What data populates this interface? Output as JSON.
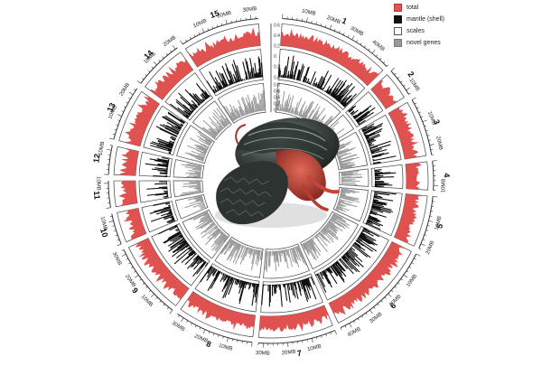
{
  "chart_data": {
    "type": "circos",
    "legend": [
      {
        "label": "total",
        "color": "#e0524f",
        "border": "#b43a38"
      },
      {
        "label": "mantle (shell)",
        "color": "#111111",
        "border": "#111111"
      },
      {
        "label": "scales",
        "color": "#ffffff",
        "border": "#555555"
      },
      {
        "label": "novel genes",
        "color": "#9a9a9a",
        "border": "#777777"
      }
    ],
    "scale_ticks": {
      "upper": [
        "0.6",
        "0.4",
        "0.2",
        "0",
        "0.2",
        "0.4"
      ],
      "lower": [
        "0.8",
        "0.6",
        "0.4",
        "0.2",
        "0"
      ]
    },
    "chromosomes": [
      {
        "id": "1",
        "length_mb": 48,
        "ticks": [
          "10MB",
          "20MB",
          "30MB",
          "40MB"
        ]
      },
      {
        "id": "2",
        "length_mb": 12,
        "ticks": [
          "10MB"
        ]
      },
      {
        "id": "3",
        "length_mb": 24,
        "ticks": [
          "10MB",
          "20MB"
        ]
      },
      {
        "id": "4",
        "length_mb": 12,
        "ticks": [
          "10MB"
        ]
      },
      {
        "id": "5",
        "length_mb": 22,
        "ticks": [
          "10MB",
          "20MB"
        ]
      },
      {
        "id": "6",
        "length_mb": 44,
        "ticks": [
          "10MB",
          "20MB",
          "30MB",
          "40MB"
        ]
      },
      {
        "id": "7",
        "length_mb": 32,
        "ticks": [
          "10MB",
          "20MB",
          "30MB"
        ]
      },
      {
        "id": "8",
        "length_mb": 33,
        "ticks": [
          "10MB",
          "20MB",
          "30MB"
        ]
      },
      {
        "id": "9",
        "length_mb": 32,
        "ticks": [
          "10MB",
          "20MB",
          "30MB"
        ]
      },
      {
        "id": "10",
        "length_mb": 13,
        "ticks": [
          "10MB"
        ]
      },
      {
        "id": "11",
        "length_mb": 11,
        "ticks": [
          "10MB"
        ]
      },
      {
        "id": "12",
        "length_mb": 12,
        "ticks": [
          "10MB"
        ]
      },
      {
        "id": "13",
        "length_mb": 23,
        "ticks": [
          "10MB",
          "20MB"
        ]
      },
      {
        "id": "14",
        "length_mb": 21,
        "ticks": [
          "10MB",
          "20MB"
        ]
      },
      {
        "id": "15",
        "length_mb": 33,
        "ticks": [
          "10MB",
          "20MB",
          "30MB"
        ]
      }
    ],
    "center_image": "snail-photo"
  },
  "colors": {
    "total": "#e0524f",
    "mantle": "#111111",
    "novel": "#9a9a9a",
    "frame": "#333333"
  }
}
